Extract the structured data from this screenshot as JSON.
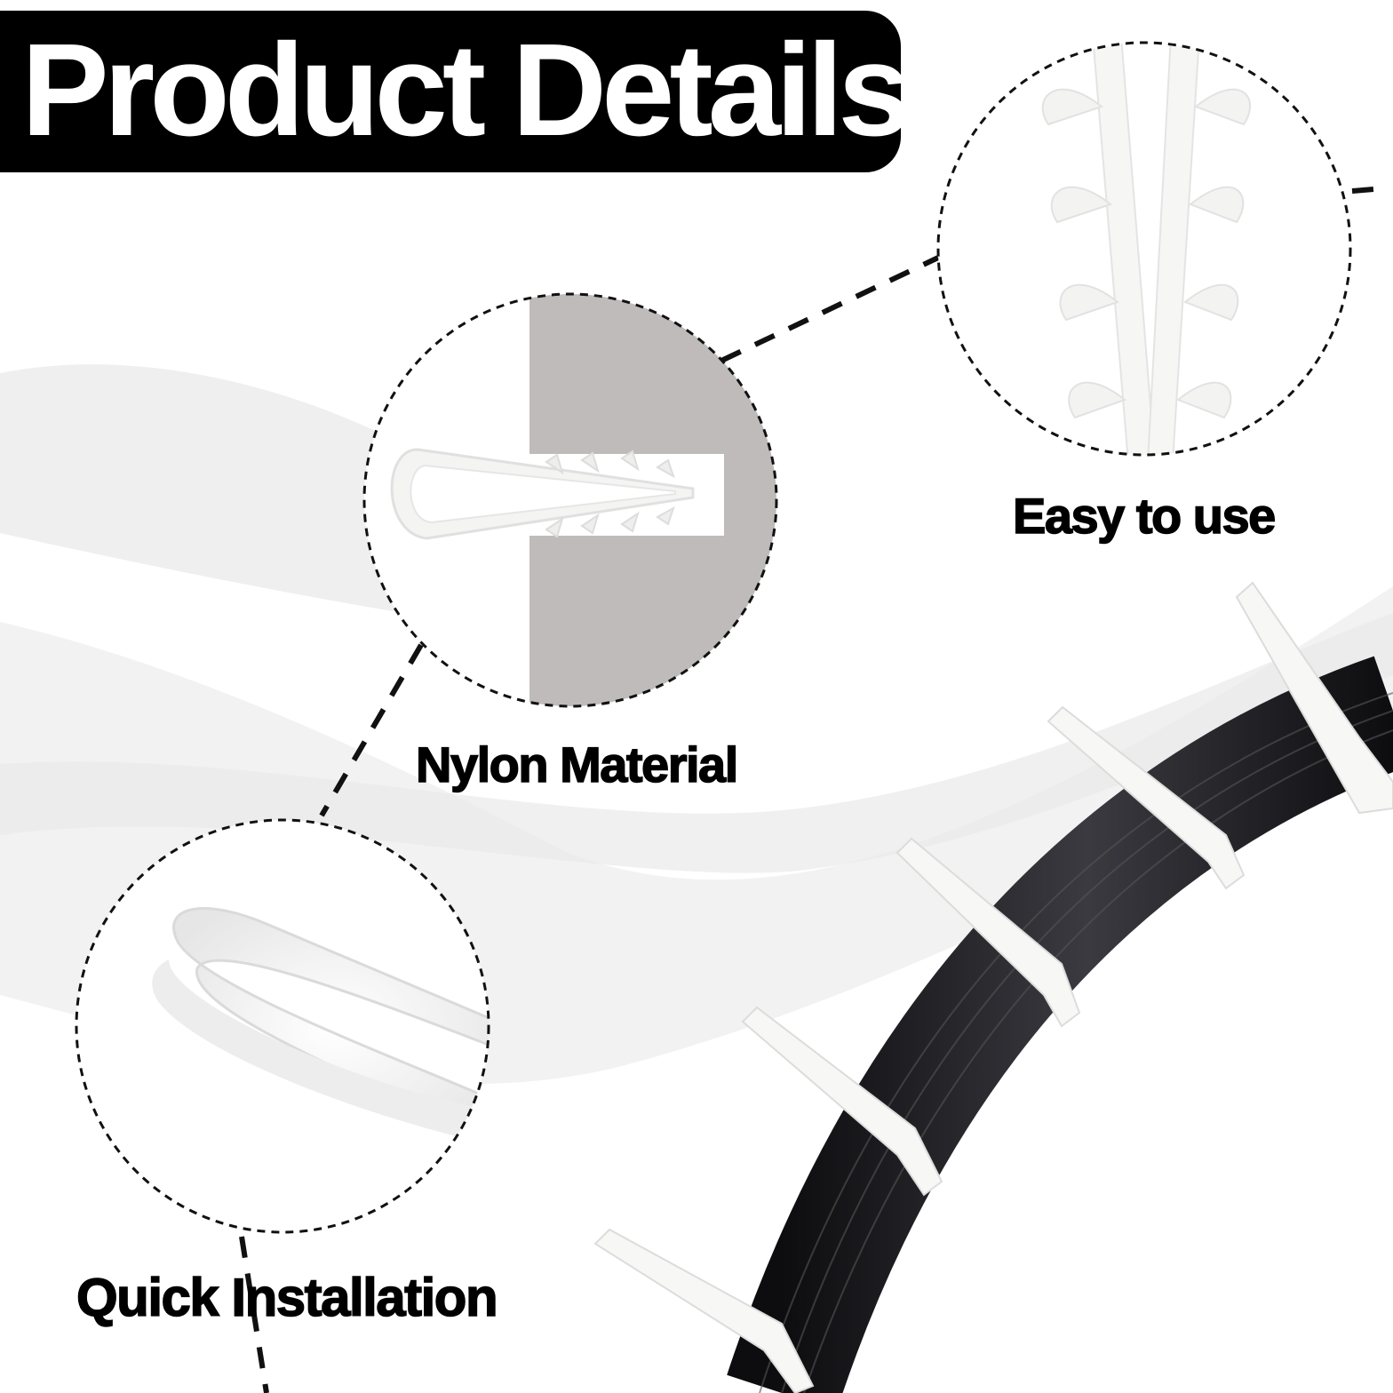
{
  "banner": {
    "title": "Product Details"
  },
  "features": {
    "easy": "Easy to use",
    "nylon": "Nylon Material",
    "quick": "Quick Installation"
  },
  "colors": {
    "banner_bg": "#000000",
    "banner_text": "#ffffff",
    "cable": "#1a1a1e",
    "clip": "#f7f7f5",
    "swatch": "#bfbbbb"
  }
}
